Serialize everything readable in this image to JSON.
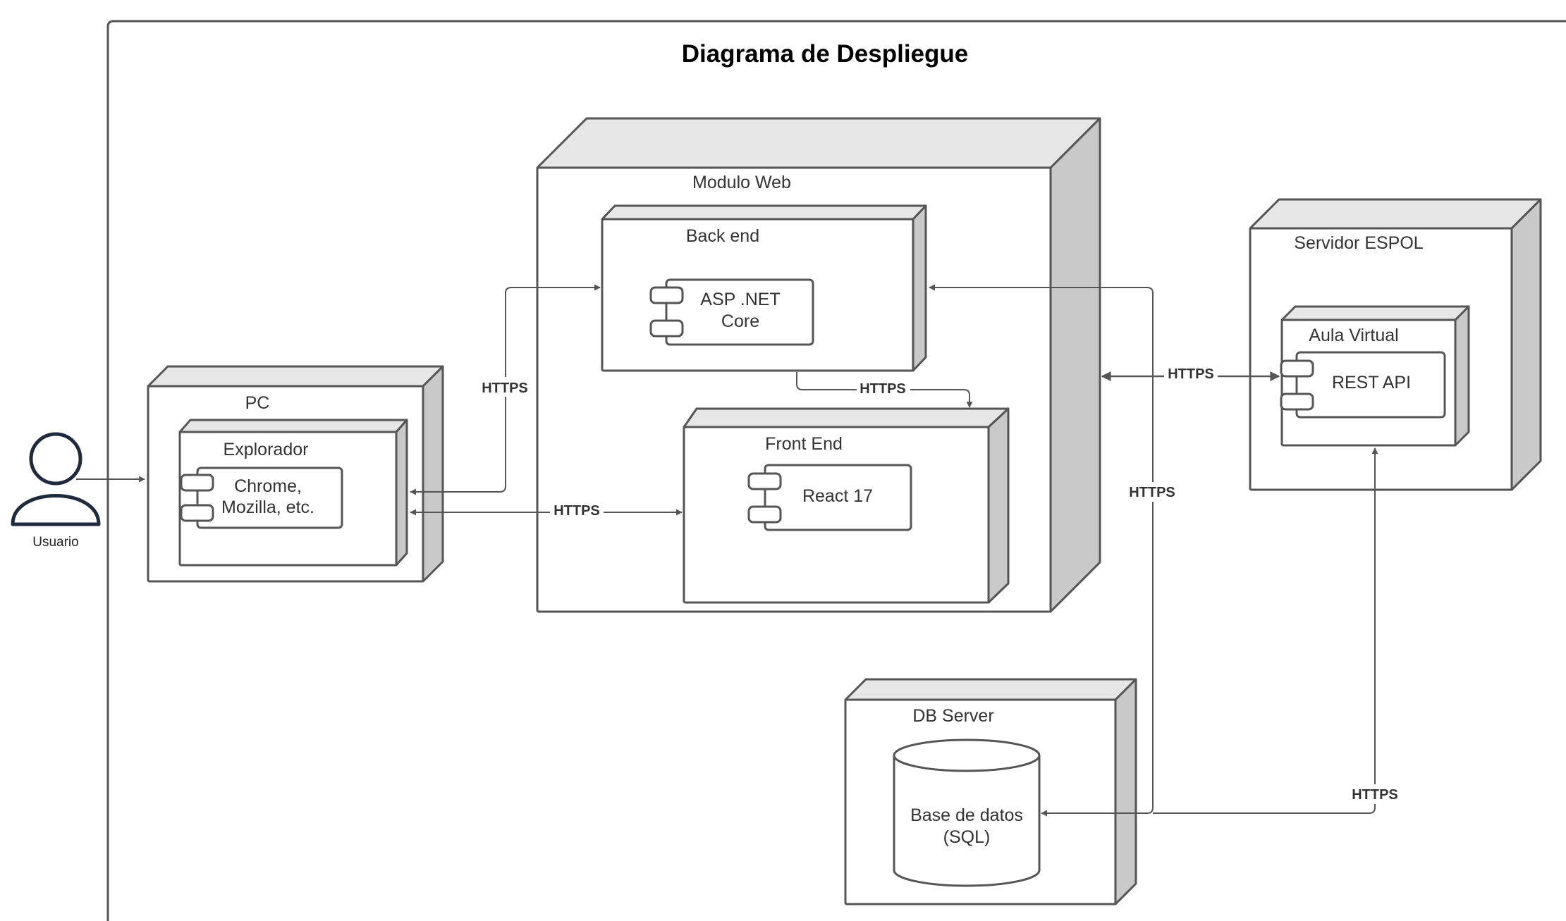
{
  "title": "Diagrama de Despliegue",
  "actor": {
    "label": "Usuario",
    "icon": "user-icon",
    "color": "#1f2a3c"
  },
  "nodes": {
    "pc": "PC",
    "explorador": "Explorador",
    "modulo_web": "Modulo Web",
    "back_end": "Back end",
    "front_end": "Front End",
    "servidor_espol": "Servidor ESPOL",
    "aula_virtual": "Aula Virtual",
    "db_server": "DB Server"
  },
  "components": {
    "browser": [
      "Chrome,",
      "Mozilla, etc."
    ],
    "aspnet": [
      "ASP .NET",
      "Core"
    ],
    "react": "React 17",
    "rest_api": "REST API",
    "database": [
      "Base de datos",
      "(SQL)"
    ]
  },
  "connections": {
    "browser_backend": "HTTPS",
    "browser_frontend": "HTTPS",
    "backend_frontend": "HTTPS",
    "web_espol": "HTTPS",
    "db_backend": "HTTPS",
    "rest_db": "HTTPS"
  },
  "colors": {
    "stroke": "#555555",
    "node_top": "#e6e6e6",
    "node_side": "#c9c9c9",
    "background": "#ffffff",
    "actor": "#1f2a3c"
  }
}
